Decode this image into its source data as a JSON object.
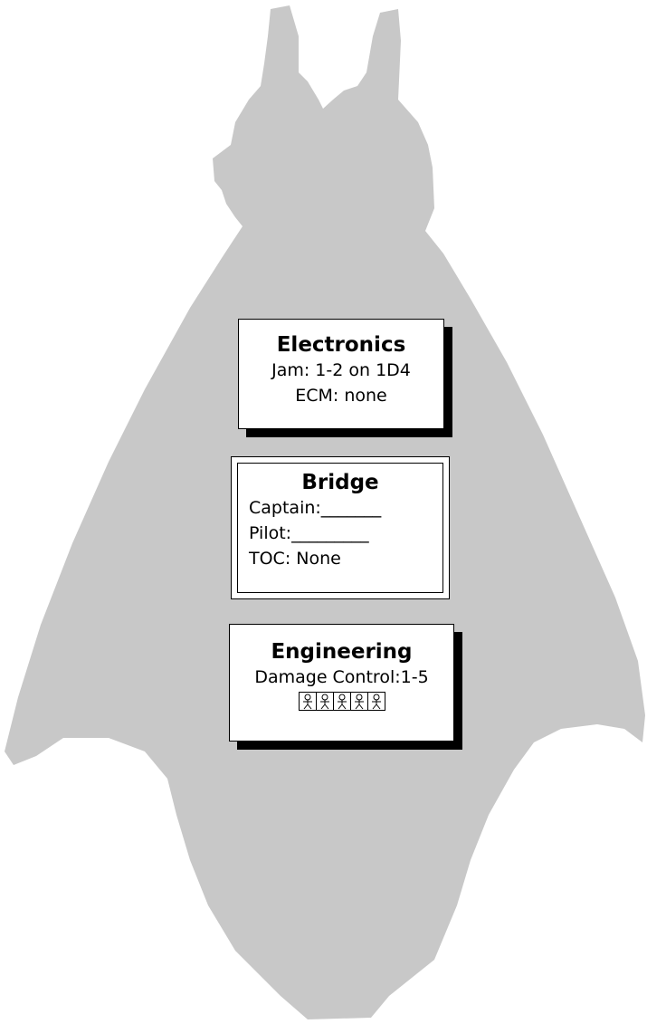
{
  "colors": {
    "hull": "#c8c8c8",
    "shadow": "#000000",
    "panel": "#ffffff"
  },
  "electronics": {
    "title": "Electronics",
    "jam": "Jam: 1-2 on 1D4",
    "ecm": "ECM: none"
  },
  "bridge": {
    "title": "Bridge",
    "captain": "Captain:_______",
    "pilot": "Pilot:_________",
    "toc": "TOC: None"
  },
  "engineering": {
    "title": "Engineering",
    "damage_control": "Damage Control:1-5",
    "crew_icon": "crew-person-icon",
    "crew_boxes": 5
  }
}
